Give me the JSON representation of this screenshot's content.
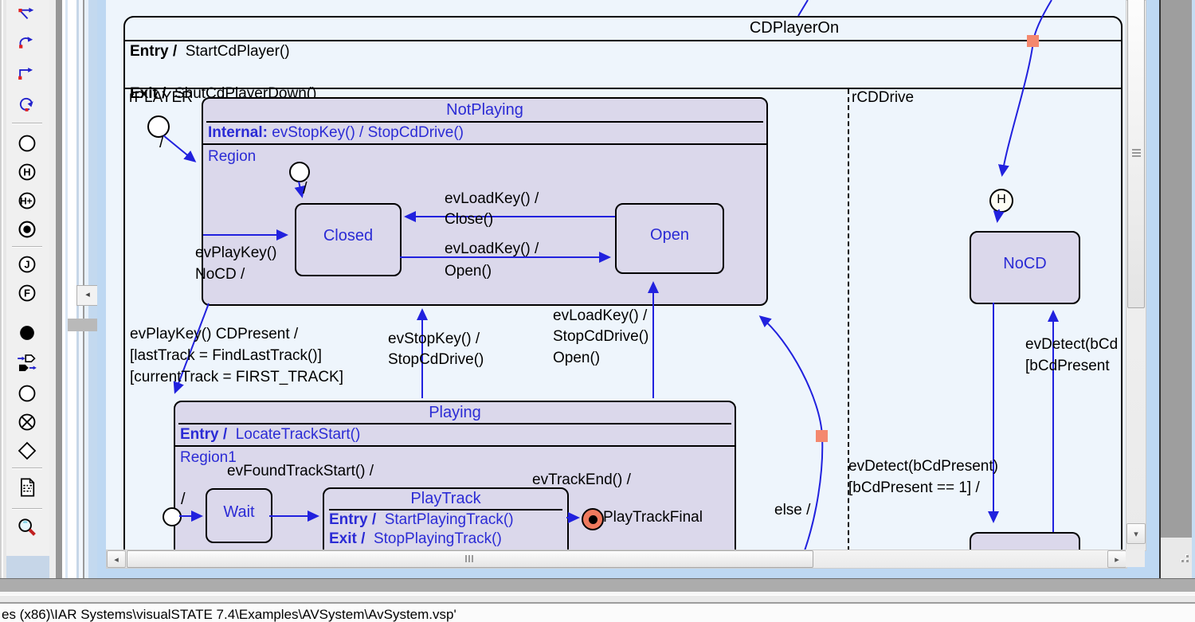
{
  "toolbar": {
    "tools": [
      "Add Transition",
      "Add Curved Transition",
      "Add Orthogonal Transition",
      "Add Self Transition",
      "Add Initial State",
      "Add Shallow History",
      "Add Deep History",
      "Add Final State",
      "Add Junction",
      "Add F Connector",
      "Add Junction State",
      "Add Entry/Exit Points",
      "Add Connector",
      "Add Terminate State",
      "Add Choice",
      "Add Note",
      "Zoom"
    ]
  },
  "diagram": {
    "cdPlayerOn": {
      "title": "CDPlayerOn",
      "entry_kw": "Entry /",
      "entry": "StartCdPlayer()",
      "exit_kw": "Exit /",
      "exit": "ShutCdPlayerDown()",
      "region_left": "rPLAYER",
      "region_right": "rCDDrive"
    },
    "notPlaying": {
      "title": "NotPlaying",
      "internal_kw": "Internal:",
      "internal": " evStopKey() / StopCdDrive()",
      "region": "Region"
    },
    "closed": {
      "title": "Closed"
    },
    "open": {
      "title": "Open"
    },
    "playing": {
      "title": "Playing",
      "entry_kw": "Entry /",
      "entry": "LocateTrackStart()",
      "region": "Region1"
    },
    "wait": {
      "title": "Wait"
    },
    "playTrack": {
      "title": "PlayTrack",
      "entry_kw": "Entry /",
      "entry": "StartPlayingTrack()",
      "exit_kw": "Exit /",
      "exit": "StopPlayingTrack()"
    },
    "playTrackFinal": {
      "label": "PlayTrackFinal"
    },
    "noCD": {
      "title": "NoCD"
    },
    "history": {
      "label": "H"
    },
    "initial_slash": "/",
    "labels": {
      "loadClose1": "evLoadKey() /",
      "loadClose2": "Close()",
      "loadOpen1": "evLoadKey() /",
      "loadOpen2": "Open()",
      "playNoCd1": "evPlayKey()",
      "playNoCd2": "NoCD /",
      "playCd1": "evPlayKey() CDPresent /",
      "playCd2": "[lastTrack = FindLastTrack()]",
      "playCd3": "[currentTrack = FIRST_TRACK]",
      "stop1": "evStopKey() /",
      "stop2": "StopCdDrive()",
      "loadStop1": "evLoadKey() /",
      "loadStop2": "StopCdDrive()",
      "loadStop3": "Open()",
      "foundTrack": "evFoundTrackStart() /",
      "trackEnd": "evTrackEnd() /",
      "elseLbl": "else /",
      "detectClipped1": "evDetect(bCd",
      "detectClipped2": "[bCdPresent",
      "detect1": "evDetect(bCdPresent)",
      "detect2": "[bCdPresent == 1] /"
    }
  },
  "status_bar": {
    "text": "es (x86)\\IAR Systems\\visualSTATE 7.4\\Examples\\AVSystem\\AvSystem.vsp'"
  },
  "colors": {
    "state_fill": "#dbd8eb",
    "transition_blue": "#2121de",
    "state_title_blue": "#2b2bd5",
    "selection_handle": "#f4886e",
    "canvas": "#eef5fc",
    "final_fill": "#ef7a5e"
  }
}
